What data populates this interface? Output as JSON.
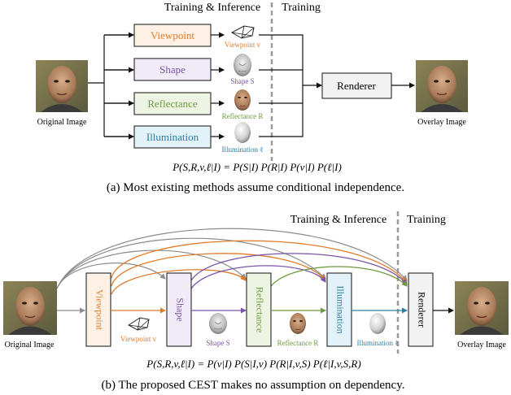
{
  "top": {
    "header_left": "Training & Inference",
    "header_right": "Training",
    "input_label": "Original Image",
    "output_label": "Overlay Image",
    "modules": {
      "viewpoint": "Viewpoint",
      "shape": "Shape",
      "reflectance": "Reflectance",
      "illumination": "Illumination"
    },
    "renderer": "Renderer",
    "icon_labels": {
      "viewpoint": "Viewpoint v",
      "shape": "Shape S",
      "reflectance": "Reflectance R",
      "illumination": "Illumination ℓ"
    },
    "equation": "P(S,R,v,ℓ|I) = P(S|I) P(R|I) P(v|I) P(ℓ|I)",
    "caption": "(a) Most existing methods assume conditional independence."
  },
  "bottom": {
    "header_left": "Training & Inference",
    "header_right": "Training",
    "input_label": "Original Image",
    "output_label": "Overlay Image",
    "modules": {
      "viewpoint": "Viewpoint",
      "shape": "Shape",
      "reflectance": "Reflectance",
      "illumination": "Illumination"
    },
    "renderer": "Renderer",
    "icon_labels": {
      "viewpoint": "Viewpoint v",
      "shape": "Shape S",
      "reflectance": "Reflectance R",
      "illumination": "Illumination ℓ"
    },
    "equation": "P(S,R,v,ℓ|I) = P(v|I) P(S|I,v) P(R|I,v,S) P(ℓ|I,v,S,R)",
    "caption": "(b) The proposed CEST makes no assumption on dependency."
  },
  "colors": {
    "viewpoint": "#e07b2a",
    "shape": "#7a55a8",
    "reflectance": "#6e9a3e",
    "illumination": "#2a7fa0",
    "gray": "#8c8c8c",
    "viewpoint_fill": "#fdf1e6",
    "shape_fill": "#f0ebf7",
    "reflectance_fill": "#edf4e4",
    "illumination_fill": "#e3f2f8"
  }
}
